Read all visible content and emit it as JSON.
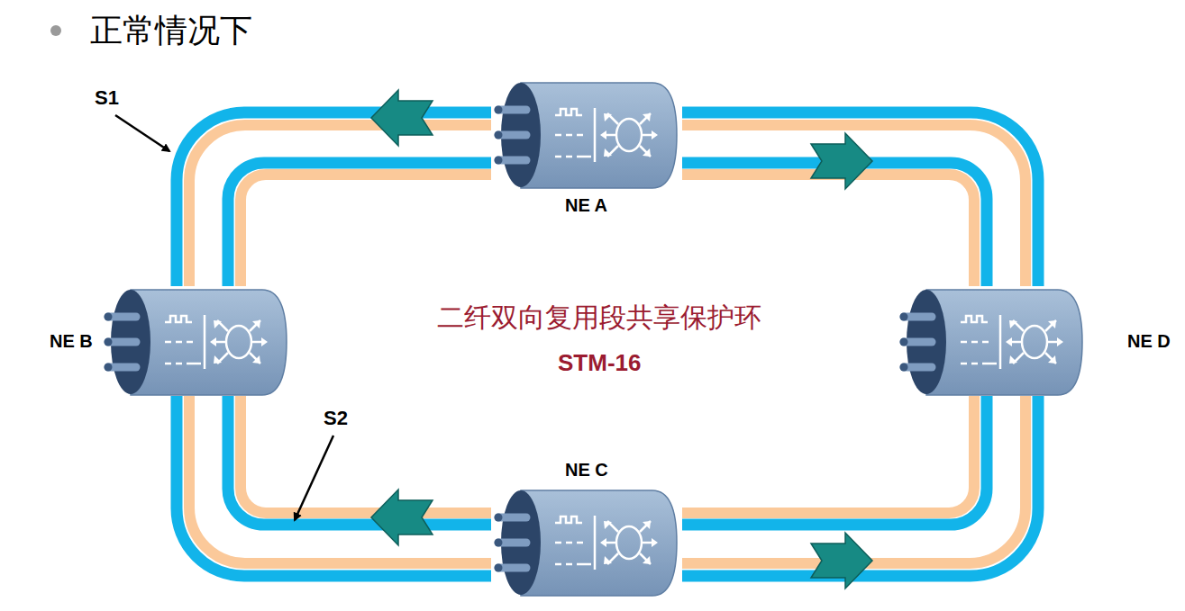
{
  "diagram": {
    "title": "正常情况下",
    "nodes": [
      {
        "text": [
          "NE A"
        ]
      },
      {
        "text": [
          "NE B"
        ]
      },
      {
        "text": [
          "NE C"
        ]
      },
      {
        "text": [
          "NE D"
        ]
      }
    ],
    "edges": [
      {
        "from": 0,
        "to": 1,
        "arrow": "none"
      },
      {
        "from": 1,
        "to": 2,
        "arrow": "none"
      },
      {
        "from": 2,
        "to": 3,
        "arrow": "none"
      },
      {
        "from": 3,
        "to": 0,
        "arrow": "none"
      }
    ],
    "labels": [
      "二纤双向复用段共享保护环",
      "STM-16",
      "S1",
      "S2"
    ]
  }
}
